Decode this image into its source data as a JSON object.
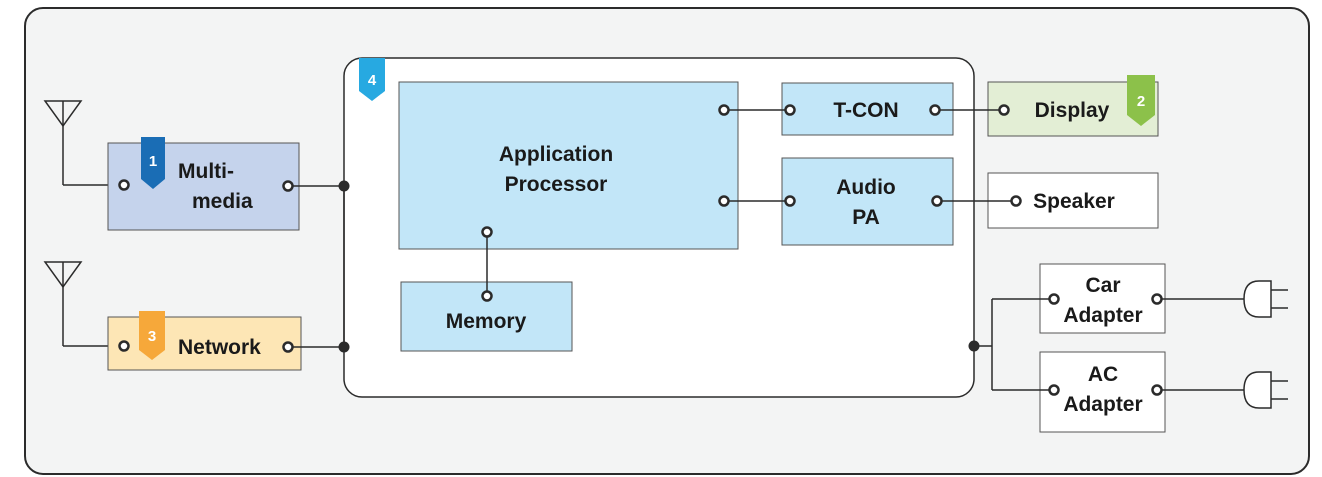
{
  "blocks": {
    "multimedia": {
      "line1": "Multi-",
      "line2": "media",
      "badge": "1"
    },
    "network": {
      "label": "Network",
      "badge": "3"
    },
    "processor": {
      "badge": "4"
    },
    "app_processor": {
      "line1": "Application",
      "line2": "Processor"
    },
    "memory": {
      "label": "Memory"
    },
    "tcon": {
      "label": "T-CON"
    },
    "audio_pa": {
      "line1": "Audio",
      "line2": "PA"
    },
    "display": {
      "label": "Display",
      "badge": "2"
    },
    "speaker": {
      "label": "Speaker"
    },
    "car_adapter": {
      "line1": "Car",
      "line2": "Adapter"
    },
    "ac_adapter": {
      "line1": "AC",
      "line2": "Adapter"
    }
  },
  "colors": {
    "multimedia_fill": "#c5d3ec",
    "network_fill": "#fde6b5",
    "processor_fill": "#c2e6f8",
    "display_fill": "#e3eed5",
    "badge_blue_dark": "#1a6db5",
    "badge_green": "#8cc14a",
    "badge_orange": "#f6a83a",
    "badge_blue_light": "#27a9e1",
    "frame_bg": "#f3f4f4",
    "stroke": "#2b2b2b"
  }
}
